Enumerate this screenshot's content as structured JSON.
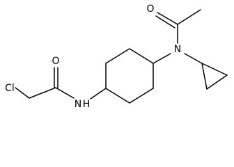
{
  "molecule": {
    "atoms": {
      "cl": "Cl",
      "amide_o": "O",
      "amide_n": "N",
      "h": "H",
      "acetyl_o": "O",
      "amine_n": "N"
    }
  }
}
